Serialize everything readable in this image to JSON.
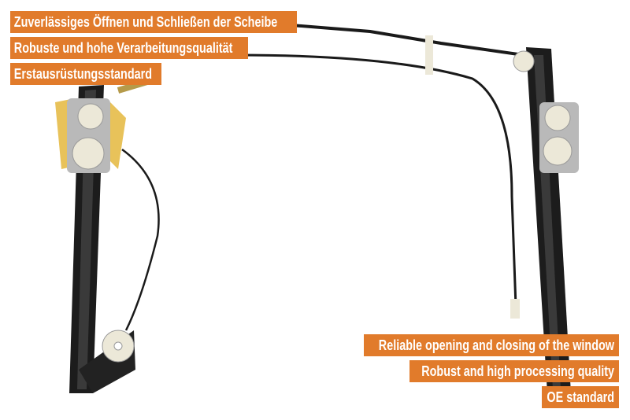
{
  "colors": {
    "accent": "#e17b2b",
    "rail": "#1c1c1c",
    "pulley": "#ece8d8",
    "bracket": "#e8c25a"
  },
  "features_de": [
    "Zuverlässiges Öffnen und Schließen der Scheibe",
    "Robuste und hohe Verarbeitungsqualität",
    "Erstausrüstungsstandard"
  ],
  "features_en": [
    "Reliable opening and closing of the window",
    "Robust and high processing quality",
    "OE standard"
  ]
}
